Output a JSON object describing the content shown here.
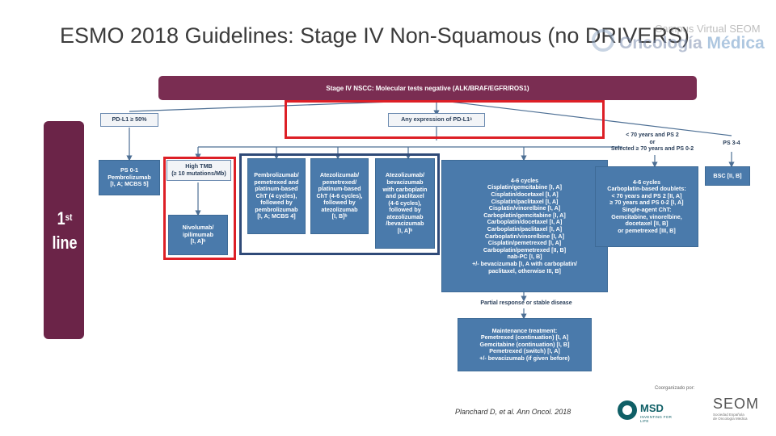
{
  "title": "ESMO 2018 Guidelines: Stage IV Non-Squamous (no DRIVERS)",
  "logo_top": {
    "line1": "Campus Virtual SEOM",
    "line2a": "Oncología",
    "line2b": " Médica"
  },
  "sidebar": {
    "line_num": "1",
    "line_sup": "st",
    "line_word": "line"
  },
  "header_bar": "Stage IV NSCC: Molecular tests negative (ALK/BRAF/EGFR/ROS1)",
  "boxes": {
    "any_pdl1": "Any expression of PD-L1ᵃ",
    "ps01_label": "PS 0-1",
    "pdl1_50": "PD-L1 ≥ 50%",
    "pembro": "PS 0-1\nPembrolizumab\n[I, A; MCBS 5]",
    "high_tmb": "High TMB\n(≥ 10 mutations/Mb)",
    "nivo": "Nivolumab/\nipilimumab\n[I, A]ᵇ",
    "pembro_chemo": "Pembrolizumab/\npemetrexed and\nplatinum-based\nChT (4 cycles),\nfollowed by\npembrolizumab\n[I, A; MCBS 4]",
    "atezo_pem": "Atezolizumab/\npemetrexed/\nplatinum-based\nChT (4-6 cycles),\nfollowed by\natezolizumab\n[I, B]ᵇ",
    "atezo_bev": "Atezolizumab/\nbevacizumab\nwith carboplatin\nand paclitaxel\n(4-6 cycles),\nfollowed by\natezolizumab\n/bevacizumab\n[I, A]ᵇ",
    "chemo_4_6": "4-6 cycles\nCisplatin/gemcitabine [I, A]\nCisplatin/docetaxel [I, A]\nCisplatin/paclitaxel [I, A]\nCisplatin/vinorelbine [I, A]\nCarboplatin/gemcitabine [I, A]\nCarboplatin/docetaxel [I, A]\nCarboplatin/paclitaxel [I, A]\nCarboplatin/vinorelbine [I, A]\nCisplatin/pemetrexed [I, A]\nCarboplatin/pemetrexed [II, B]\nnab-PC [I, B]\n+/- bevacizumab [I, A with carboplatin/\npaclitaxel, otherwise III, B]",
    "age_ps": "< 70 years and PS 2\nor\nSelected ≥ 70 years and PS 0-2",
    "ps34": "PS 3-4",
    "carbo_doublets": "4-6 cycles\nCarboplatin-based doublets:\n< 70 years and PS 2 [II, A]\n≥ 70 years and PS 0-2 [I, A]\nSingle-agent ChT:\nGemcitabine, vinorelbine,\ndocetaxel [II, B]\nor pemetrexed [III, B]",
    "bsc": "BSC [II, B]",
    "partial": "Partial response or stable disease",
    "maintenance": "Maintenance treatment:\nPemetrexed (continuation) [I, A]\nGemcitabine (continuation) [I, B]\nPemetrexed (switch) [I, A]\n+/- bevacizumab (if given before)"
  },
  "citation": "Planchard D, et al.  Ann Oncol. 2018",
  "organized_by": "Coorganizado por:",
  "msd": {
    "name": "MSD",
    "tagline": "INVENTING FOR LIFE"
  },
  "seom": {
    "name": "SEOM",
    "sub": "Sociedad Española\nde Oncología Médica"
  },
  "colors": {
    "box_blue": "#4a7aab",
    "header": "#7a2d52",
    "sidebar": "#6b2448",
    "red": "#dd1f26",
    "navy": "#2f4a78"
  }
}
